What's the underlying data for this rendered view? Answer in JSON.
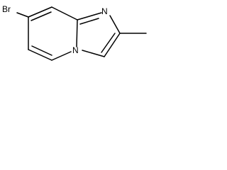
{
  "molecule": {
    "atoms": {
      "bromine": "Br",
      "imidazole_nitrogen": "N",
      "bridgehead_nitrogen": "N"
    }
  }
}
